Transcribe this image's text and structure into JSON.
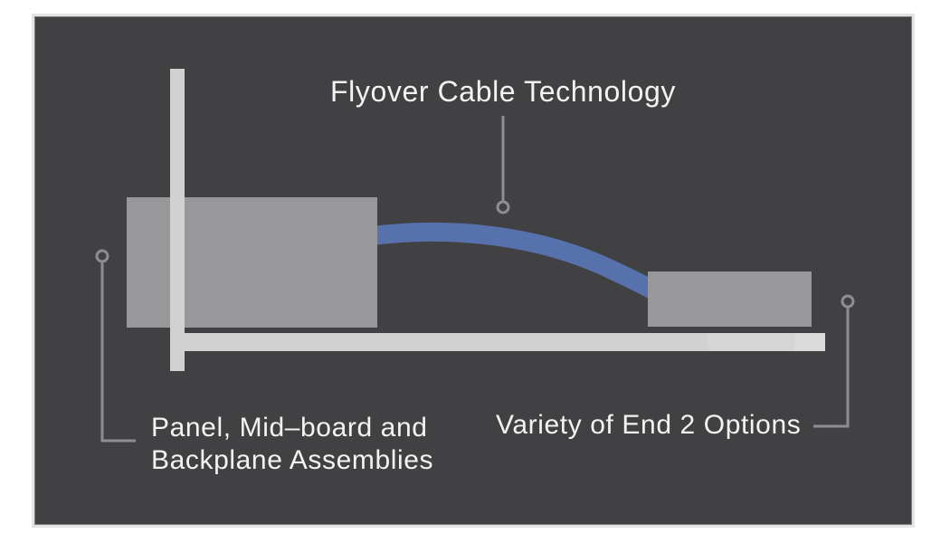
{
  "diagram": {
    "title": "Flyover Cable Technology",
    "labels": {
      "left_line1": "Panel, Mid–board and",
      "left_line2": "Backplane Assemblies",
      "right": "Variety of End 2 Options"
    },
    "colors": {
      "canvas_bg": "#ffffff",
      "panel_bg": "#414143",
      "panel_border_outer": "#e4e4e5",
      "panel_border_inner": "#7e7f81",
      "block_gray": "#98989b",
      "board_light": "#d1d1d2",
      "board_mid": "#d5d5d6",
      "board_tail": "#dadadb",
      "cable_blue": "#5671ab",
      "callout_gray": "#8e8e90",
      "text_color": "#f3f3f3"
    }
  }
}
